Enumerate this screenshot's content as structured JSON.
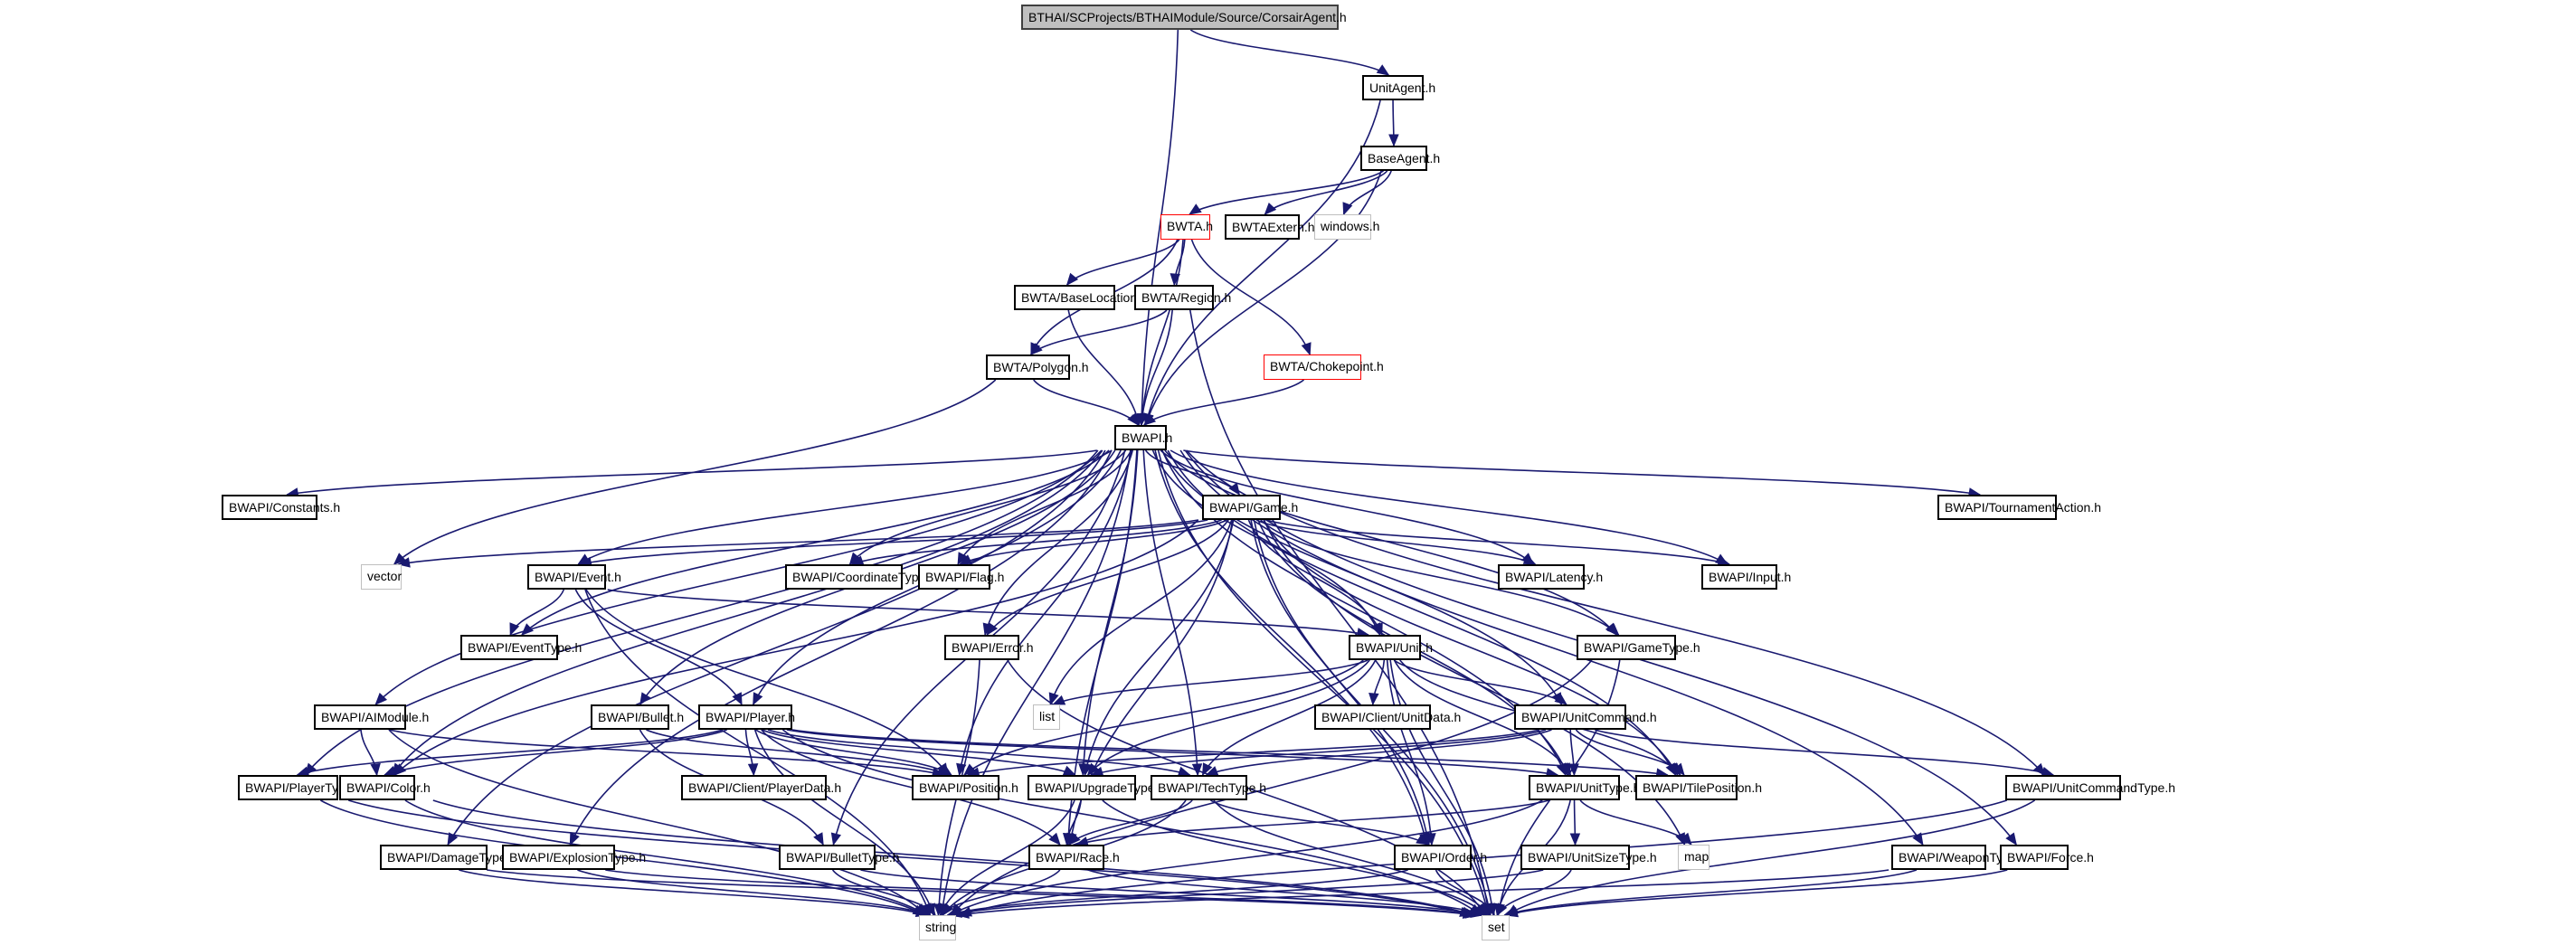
{
  "title": "BTHAI/SCProjects/BTHAIModule/Source/CorsairAgent.h",
  "colors": {
    "edge": "#191970",
    "root_fill": "#bfbfbf",
    "red_border": "#ff0000",
    "external_border": "#bfbfbf"
  },
  "nodes": [
    {
      "id": "root",
      "label": "BTHAI/SCProjects/BTHAIModule/Source/CorsairAgent.h",
      "kind": "root"
    },
    {
      "id": "unitagent",
      "label": "UnitAgent.h",
      "kind": "normal"
    },
    {
      "id": "baseagent",
      "label": "BaseAgent.h",
      "kind": "normal"
    },
    {
      "id": "bwta",
      "label": "BWTA.h",
      "kind": "red"
    },
    {
      "id": "bwtaextern",
      "label": "BWTAExtern.h",
      "kind": "normal"
    },
    {
      "id": "windows",
      "label": "windows.h",
      "kind": "external"
    },
    {
      "id": "baseloc",
      "label": "BWTA/BaseLocation.h",
      "kind": "normal"
    },
    {
      "id": "region",
      "label": "BWTA/Region.h",
      "kind": "normal"
    },
    {
      "id": "polygon",
      "label": "BWTA/Polygon.h",
      "kind": "normal"
    },
    {
      "id": "chokepoint",
      "label": "BWTA/Chokepoint.h",
      "kind": "red"
    },
    {
      "id": "bwapi",
      "label": "BWAPI.h",
      "kind": "normal"
    },
    {
      "id": "constants",
      "label": "BWAPI/Constants.h",
      "kind": "normal"
    },
    {
      "id": "game",
      "label": "BWAPI/Game.h",
      "kind": "normal"
    },
    {
      "id": "tournament",
      "label": "BWAPI/TournamentAction.h",
      "kind": "normal"
    },
    {
      "id": "vector",
      "label": "vector",
      "kind": "external"
    },
    {
      "id": "event",
      "label": "BWAPI/Event.h",
      "kind": "normal"
    },
    {
      "id": "coordtype",
      "label": "BWAPI/CoordinateType.h",
      "kind": "normal"
    },
    {
      "id": "flag",
      "label": "BWAPI/Flag.h",
      "kind": "normal"
    },
    {
      "id": "latency",
      "label": "BWAPI/Latency.h",
      "kind": "normal"
    },
    {
      "id": "input",
      "label": "BWAPI/Input.h",
      "kind": "normal"
    },
    {
      "id": "eventtype",
      "label": "BWAPI/EventType.h",
      "kind": "normal"
    },
    {
      "id": "error",
      "label": "BWAPI/Error.h",
      "kind": "normal"
    },
    {
      "id": "unit",
      "label": "BWAPI/Unit.h",
      "kind": "normal"
    },
    {
      "id": "gametype",
      "label": "BWAPI/GameType.h",
      "kind": "normal"
    },
    {
      "id": "aimodule",
      "label": "BWAPI/AIModule.h",
      "kind": "normal"
    },
    {
      "id": "bullet",
      "label": "BWAPI/Bullet.h",
      "kind": "normal"
    },
    {
      "id": "player",
      "label": "BWAPI/Player.h",
      "kind": "normal"
    },
    {
      "id": "list",
      "label": "list",
      "kind": "external"
    },
    {
      "id": "unitdata",
      "label": "BWAPI/Client/UnitData.h",
      "kind": "normal"
    },
    {
      "id": "unitcommand",
      "label": "BWAPI/UnitCommand.h",
      "kind": "normal"
    },
    {
      "id": "playertype",
      "label": "BWAPI/PlayerType.h",
      "kind": "normal"
    },
    {
      "id": "color",
      "label": "BWAPI/Color.h",
      "kind": "normal"
    },
    {
      "id": "playerdata",
      "label": "BWAPI/Client/PlayerData.h",
      "kind": "normal"
    },
    {
      "id": "position",
      "label": "BWAPI/Position.h",
      "kind": "normal"
    },
    {
      "id": "upgradetype",
      "label": "BWAPI/UpgradeType.h",
      "kind": "normal"
    },
    {
      "id": "techtype",
      "label": "BWAPI/TechType.h",
      "kind": "normal"
    },
    {
      "id": "unittype",
      "label": "BWAPI/UnitType.h",
      "kind": "normal"
    },
    {
      "id": "tileposition",
      "label": "BWAPI/TilePosition.h",
      "kind": "normal"
    },
    {
      "id": "unitcommandtype",
      "label": "BWAPI/UnitCommandType.h",
      "kind": "normal"
    },
    {
      "id": "damagetype",
      "label": "BWAPI/DamageType.h",
      "kind": "normal"
    },
    {
      "id": "explosiontype",
      "label": "BWAPI/ExplosionType.h",
      "kind": "normal"
    },
    {
      "id": "bullettype",
      "label": "BWAPI/BulletType.h",
      "kind": "normal"
    },
    {
      "id": "race",
      "label": "BWAPI/Race.h",
      "kind": "normal"
    },
    {
      "id": "order",
      "label": "BWAPI/Order.h",
      "kind": "normal"
    },
    {
      "id": "unitsizetype",
      "label": "BWAPI/UnitSizeType.h",
      "kind": "normal"
    },
    {
      "id": "map",
      "label": "map",
      "kind": "external"
    },
    {
      "id": "weapontype",
      "label": "BWAPI/WeaponType.h",
      "kind": "normal"
    },
    {
      "id": "force",
      "label": "BWAPI/Force.h",
      "kind": "normal"
    },
    {
      "id": "string",
      "label": "string",
      "kind": "external"
    },
    {
      "id": "set",
      "label": "set",
      "kind": "external"
    }
  ],
  "edges": [
    [
      "root",
      "unitagent"
    ],
    [
      "root",
      "bwapi"
    ],
    [
      "unitagent",
      "baseagent"
    ],
    [
      "unitagent",
      "bwapi"
    ],
    [
      "baseagent",
      "bwta"
    ],
    [
      "baseagent",
      "bwtaextern"
    ],
    [
      "baseagent",
      "windows"
    ],
    [
      "baseagent",
      "bwapi"
    ],
    [
      "bwta",
      "baseloc"
    ],
    [
      "bwta",
      "region"
    ],
    [
      "bwta",
      "polygon"
    ],
    [
      "bwta",
      "chokepoint"
    ],
    [
      "bwta",
      "bwapi"
    ],
    [
      "baseloc",
      "bwapi"
    ],
    [
      "region",
      "polygon"
    ],
    [
      "region",
      "bwapi"
    ],
    [
      "region",
      "set"
    ],
    [
      "polygon",
      "bwapi"
    ],
    [
      "polygon",
      "vector"
    ],
    [
      "chokepoint",
      "bwapi"
    ],
    [
      "bwapi",
      "constants"
    ],
    [
      "bwapi",
      "game"
    ],
    [
      "bwapi",
      "tournament"
    ],
    [
      "bwapi",
      "event"
    ],
    [
      "bwapi",
      "coordtype"
    ],
    [
      "bwapi",
      "flag"
    ],
    [
      "bwapi",
      "latency"
    ],
    [
      "bwapi",
      "input"
    ],
    [
      "bwapi",
      "eventtype"
    ],
    [
      "bwapi",
      "error"
    ],
    [
      "bwapi",
      "unit"
    ],
    [
      "bwapi",
      "gametype"
    ],
    [
      "bwapi",
      "aimodule"
    ],
    [
      "bwapi",
      "bullet"
    ],
    [
      "bwapi",
      "player"
    ],
    [
      "bwapi",
      "unitcommand"
    ],
    [
      "bwapi",
      "playertype"
    ],
    [
      "bwapi",
      "color"
    ],
    [
      "bwapi",
      "position"
    ],
    [
      "bwapi",
      "upgradetype"
    ],
    [
      "bwapi",
      "techtype"
    ],
    [
      "bwapi",
      "unittype"
    ],
    [
      "bwapi",
      "tileposition"
    ],
    [
      "bwapi",
      "unitcommandtype"
    ],
    [
      "bwapi",
      "damagetype"
    ],
    [
      "bwapi",
      "explosiontype"
    ],
    [
      "bwapi",
      "bullettype"
    ],
    [
      "bwapi",
      "race"
    ],
    [
      "bwapi",
      "order"
    ],
    [
      "bwapi",
      "weapontype"
    ],
    [
      "bwapi",
      "force"
    ],
    [
      "bwapi",
      "string"
    ],
    [
      "bwapi",
      "set"
    ],
    [
      "game",
      "vector"
    ],
    [
      "game",
      "event"
    ],
    [
      "game",
      "coordtype"
    ],
    [
      "game",
      "flag"
    ],
    [
      "game",
      "latency"
    ],
    [
      "game",
      "input"
    ],
    [
      "game",
      "error"
    ],
    [
      "game",
      "unit"
    ],
    [
      "game",
      "gametype"
    ],
    [
      "game",
      "list"
    ],
    [
      "game",
      "set"
    ],
    [
      "game",
      "map"
    ],
    [
      "game",
      "color"
    ],
    [
      "game",
      "upgradetype"
    ],
    [
      "game",
      "race"
    ],
    [
      "game",
      "tileposition"
    ],
    [
      "game",
      "unittype"
    ],
    [
      "game",
      "order"
    ],
    [
      "event",
      "eventtype"
    ],
    [
      "event",
      "player"
    ],
    [
      "event",
      "unit"
    ],
    [
      "event",
      "position"
    ],
    [
      "event",
      "string"
    ],
    [
      "error",
      "string"
    ],
    [
      "error",
      "set"
    ],
    [
      "unit",
      "list"
    ],
    [
      "unit",
      "unitdata"
    ],
    [
      "unit",
      "unitcommand"
    ],
    [
      "unit",
      "position"
    ],
    [
      "unit",
      "upgradetype"
    ],
    [
      "unit",
      "techtype"
    ],
    [
      "unit",
      "unittype"
    ],
    [
      "unit",
      "tileposition"
    ],
    [
      "unit",
      "order"
    ],
    [
      "unit",
      "set"
    ],
    [
      "gametype",
      "string"
    ],
    [
      "gametype",
      "set"
    ],
    [
      "aimodule",
      "color"
    ],
    [
      "aimodule",
      "position"
    ],
    [
      "aimodule",
      "string"
    ],
    [
      "bullet",
      "position"
    ],
    [
      "bullet",
      "bullettype"
    ],
    [
      "player",
      "playertype"
    ],
    [
      "player",
      "color"
    ],
    [
      "player",
      "playerdata"
    ],
    [
      "player",
      "position"
    ],
    [
      "player",
      "upgradetype"
    ],
    [
      "player",
      "techtype"
    ],
    [
      "player",
      "unittype"
    ],
    [
      "player",
      "tileposition"
    ],
    [
      "player",
      "race"
    ],
    [
      "player",
      "string"
    ],
    [
      "player",
      "set"
    ],
    [
      "unitcommand",
      "position"
    ],
    [
      "unitcommand",
      "techtype"
    ],
    [
      "unitcommand",
      "unittype"
    ],
    [
      "unitcommand",
      "tileposition"
    ],
    [
      "unitcommand",
      "upgradetype"
    ],
    [
      "unitcommand",
      "unitcommandtype"
    ],
    [
      "playertype",
      "string"
    ],
    [
      "playertype",
      "set"
    ],
    [
      "color",
      "string"
    ],
    [
      "color",
      "set"
    ],
    [
      "upgradetype",
      "race"
    ],
    [
      "upgradetype",
      "string"
    ],
    [
      "upgradetype",
      "set"
    ],
    [
      "techtype",
      "race"
    ],
    [
      "techtype",
      "order"
    ],
    [
      "techtype",
      "string"
    ],
    [
      "techtype",
      "set"
    ],
    [
      "unittype",
      "race"
    ],
    [
      "unittype",
      "unitsizetype"
    ],
    [
      "unittype",
      "map"
    ],
    [
      "unittype",
      "string"
    ],
    [
      "unittype",
      "set"
    ],
    [
      "unitcommandtype",
      "string"
    ],
    [
      "unitcommandtype",
      "set"
    ],
    [
      "damagetype",
      "string"
    ],
    [
      "damagetype",
      "set"
    ],
    [
      "explosiontype",
      "string"
    ],
    [
      "explosiontype",
      "set"
    ],
    [
      "bullettype",
      "string"
    ],
    [
      "bullettype",
      "set"
    ],
    [
      "race",
      "string"
    ],
    [
      "race",
      "set"
    ],
    [
      "order",
      "string"
    ],
    [
      "order",
      "set"
    ],
    [
      "unitsizetype",
      "string"
    ],
    [
      "unitsizetype",
      "set"
    ],
    [
      "weapontype",
      "string"
    ],
    [
      "weapontype",
      "set"
    ],
    [
      "force",
      "set"
    ]
  ]
}
